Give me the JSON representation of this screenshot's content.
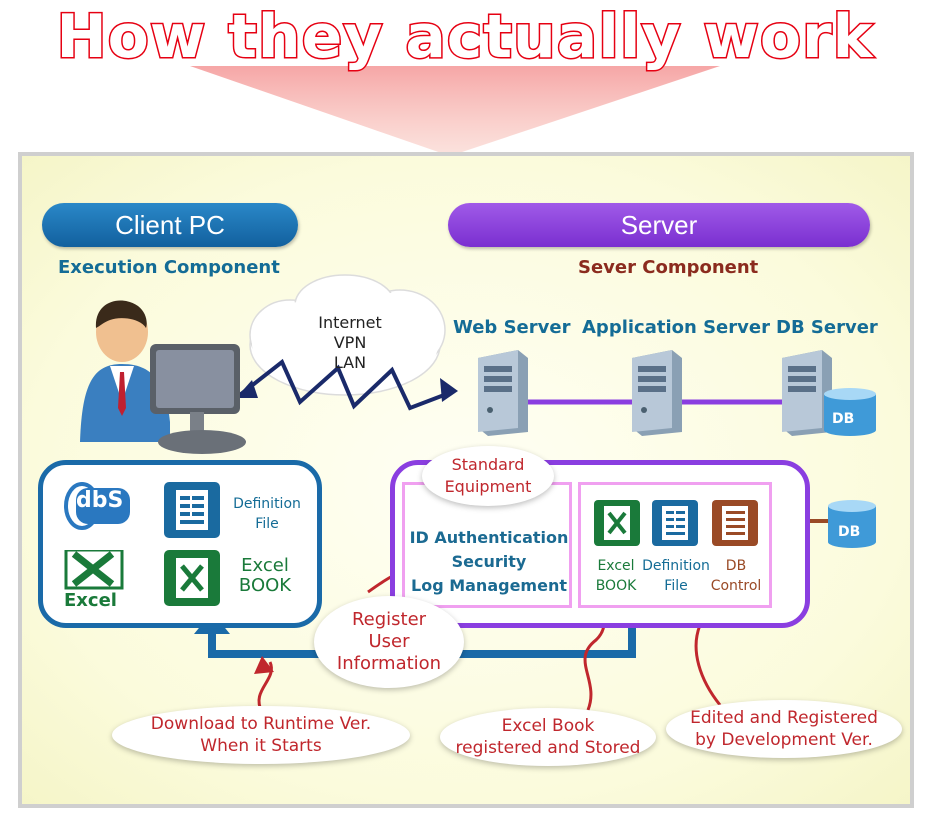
{
  "title": "How they actually work",
  "client": {
    "header": "Client PC",
    "subheader": "Execution Component",
    "box": {
      "definition_label": "Definition\nFile",
      "excel_label": "Excel\nBOOK",
      "excel_logo_text": "Excel",
      "dbs_logo_text": "dbS"
    }
  },
  "server": {
    "header": "Server",
    "subheader": "Sever Component",
    "web_server": "Web Server",
    "app_server": "Application Server",
    "db_server": "DB Server",
    "db_text": "DB",
    "standard_equipment": "Standard\nEquipment",
    "auth_lines": [
      "ID Authentication",
      "Security",
      "Log Management"
    ],
    "excel_label": "Excel\nBOOK",
    "definition_label": "Definition\nFile",
    "db_control_label": "DB\nControl",
    "external_db": "DB"
  },
  "network": {
    "lines": [
      "Internet",
      "VPN",
      "LAN"
    ]
  },
  "bubbles": {
    "register_user": "Register\nUser\nInformation",
    "download": "Download to Runtime Ver.\nWhen it Starts",
    "excel_registered": "Excel Book\nregistered and Stored",
    "edited": "Edited and Registered\nby Development Ver."
  },
  "colors": {
    "title_red": "#e60012",
    "client_blue": "#1a6aa8",
    "server_purple": "#8a3ee0",
    "teal_text": "#146c96",
    "sever_component_text": "#8b2b1e",
    "bubble_text": "#c0272d"
  }
}
